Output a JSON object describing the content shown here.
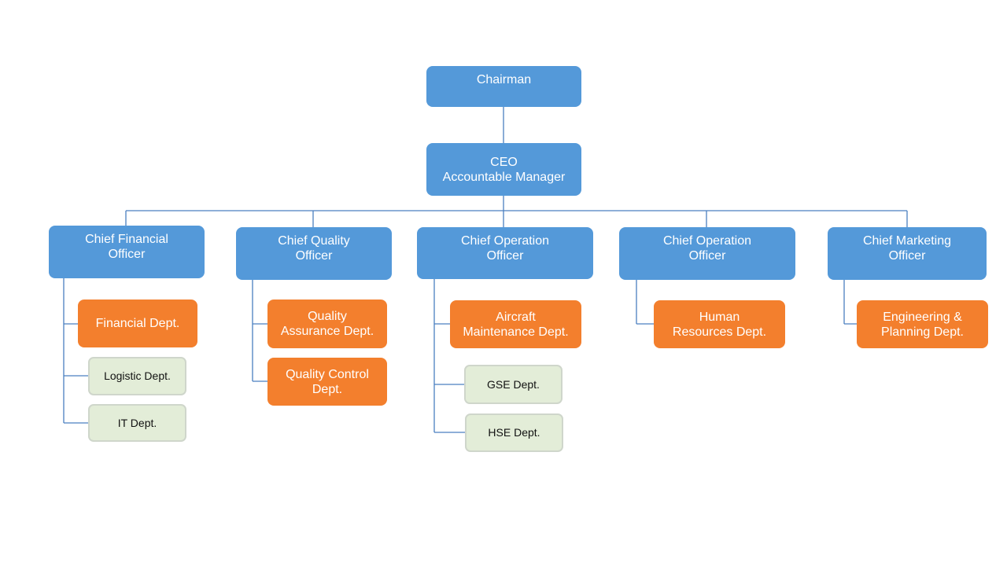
{
  "colors": {
    "executive": "#5499d9",
    "department": "#f37f2d",
    "sub_department": "#e3edd8",
    "connector": "#4a7fc0"
  },
  "chairman": "Chairman",
  "ceo": "CEO\nAccountable Manager",
  "officers": [
    {
      "title": "Chief Financial\nOfficer",
      "departments": [
        "Financial Dept."
      ],
      "sub_departments": [
        "Logistic Dept.",
        "IT Dept."
      ]
    },
    {
      "title": "Chief Quality\nOfficer",
      "departments": [
        "Quality\nAssurance Dept.",
        "Quality Control\nDept."
      ],
      "sub_departments": []
    },
    {
      "title": "Chief Operation\nOfficer",
      "departments": [
        "Aircraft\nMaintenance Dept."
      ],
      "sub_departments": [
        "GSE Dept.",
        "HSE Dept."
      ]
    },
    {
      "title": "Chief Operation\nOfficer",
      "departments": [
        "Human\nResources  Dept."
      ],
      "sub_departments": []
    },
    {
      "title": "Chief Marketing\nOfficer",
      "departments": [
        "Engineering &\nPlanning Dept."
      ],
      "sub_departments": []
    }
  ]
}
